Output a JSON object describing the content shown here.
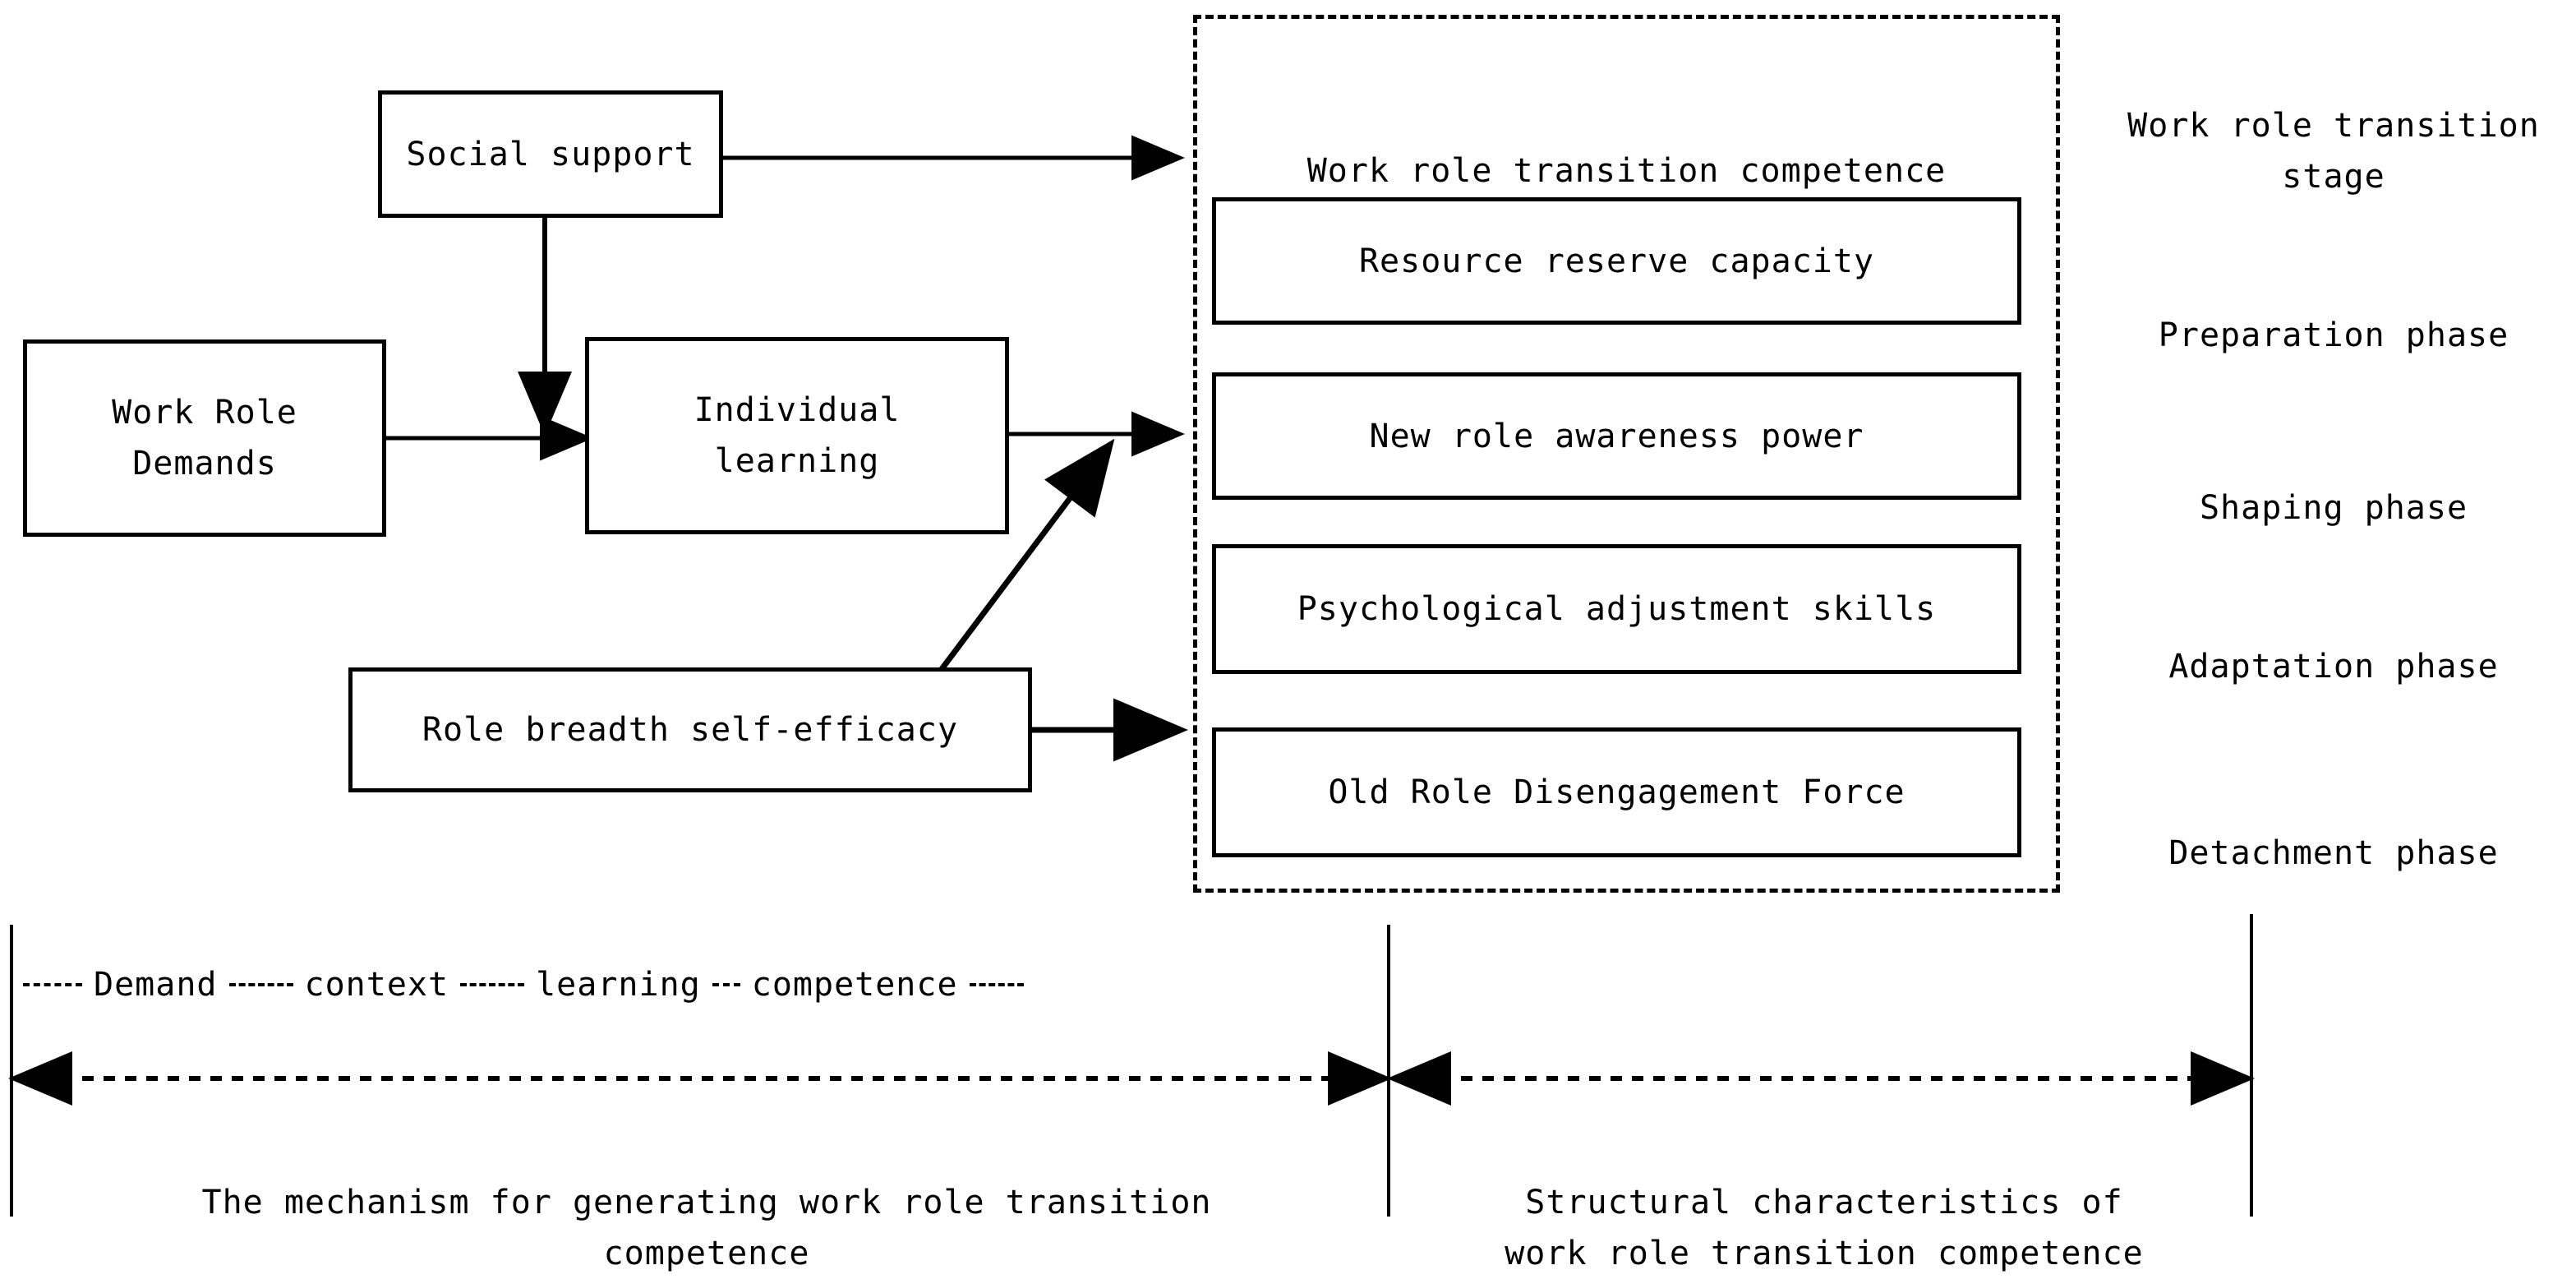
{
  "diagram": {
    "title_hidden": "",
    "left_boxes": [
      {
        "id": "social-support",
        "label": "Social support"
      },
      {
        "id": "work-role-demands",
        "label": "Work Role\nDemands"
      },
      {
        "id": "individual-learning",
        "label": "Individual\nlearning"
      },
      {
        "id": "role-breadth-self-efficacy",
        "label": "Role breadth self-efficacy"
      }
    ],
    "competence_group": {
      "heading": "Work role transition competence",
      "items": [
        {
          "id": "resource-reserve-capacity",
          "label": "Resource reserve capacity"
        },
        {
          "id": "new-role-awareness-power",
          "label": "New role awareness power"
        },
        {
          "id": "psychological-adjustment-skills",
          "label": "Psychological adjustment skills"
        },
        {
          "id": "old-role-disengagement-force",
          "label": "Old Role Disengagement Force"
        }
      ]
    },
    "stage_labels": [
      {
        "id": "stage-heading",
        "label": "Work role transition\nstage"
      },
      {
        "id": "preparation-phase",
        "label": "Preparation phase"
      },
      {
        "id": "shaping-phase",
        "label": "Shaping phase"
      },
      {
        "id": "adaptation-phase",
        "label": "Adaptation phase"
      },
      {
        "id": "detachment-phase",
        "label": "Detachment phase"
      }
    ],
    "legend": [
      {
        "id": "legend-demand",
        "label": "Demand"
      },
      {
        "id": "legend-context",
        "label": "context"
      },
      {
        "id": "legend-learning",
        "label": "learning"
      },
      {
        "id": "legend-competence",
        "label": "competence"
      }
    ],
    "bottom_spans": [
      {
        "id": "span-mechanism",
        "label": "The mechanism for generating work role transition\ncompetence"
      },
      {
        "id": "span-structural",
        "label": "Structural characteristics of\nwork role transition competence"
      }
    ],
    "colors": {
      "ink": "#000000",
      "paper": "#ffffff"
    }
  }
}
